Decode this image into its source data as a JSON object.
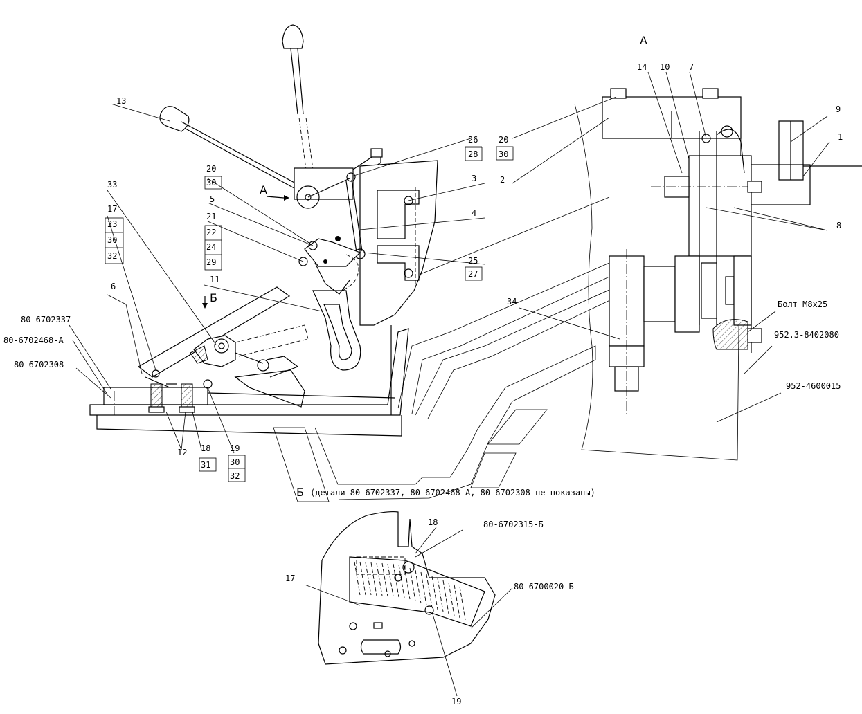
{
  "view_labels": {
    "view_a_title": "А",
    "arrow_a": "А",
    "arrow_b": "Б",
    "view_b_title": "Б",
    "view_b_note": "(детали 80-6702337, 80-6702468-А, 80-6702308 не показаны)"
  },
  "main_view": {
    "labels": {
      "l13": "13",
      "l26": "26",
      "l28": "28",
      "l20": "20",
      "l30a": "30",
      "l5": "5",
      "l21": "21",
      "l22": "22",
      "l24": "24",
      "l29": "29",
      "l33": "33",
      "l3": "3",
      "l4": "4",
      "l17": "17",
      "l23": "23",
      "l30b": "30",
      "l32a": "32",
      "l11": "11",
      "l25": "25",
      "l27": "27",
      "l6": "6",
      "l12": "12",
      "l18": "18",
      "l31": "31",
      "l19": "19",
      "l30c": "30",
      "l32b": "32"
    },
    "part_numbers": {
      "p1": "80-6702337",
      "p2": "80-6702468-А",
      "p3": "80-6702308"
    }
  },
  "view_a": {
    "labels": {
      "l14": "14",
      "l10": "10",
      "l7": "7",
      "l9": "9",
      "l1": "1",
      "l20": "20",
      "l30": "30",
      "l2": "2",
      "l8": "8",
      "l34": "34"
    },
    "notes": {
      "bolt": "Болт М8х25",
      "part1": "952.3-8402080",
      "part2": "952-4600015"
    }
  },
  "view_b": {
    "labels": {
      "l18": "18",
      "l17": "17",
      "l19": "19"
    },
    "part_numbers": {
      "p1": "80-6702315-Б",
      "p2": "80-6700020-Б"
    }
  }
}
